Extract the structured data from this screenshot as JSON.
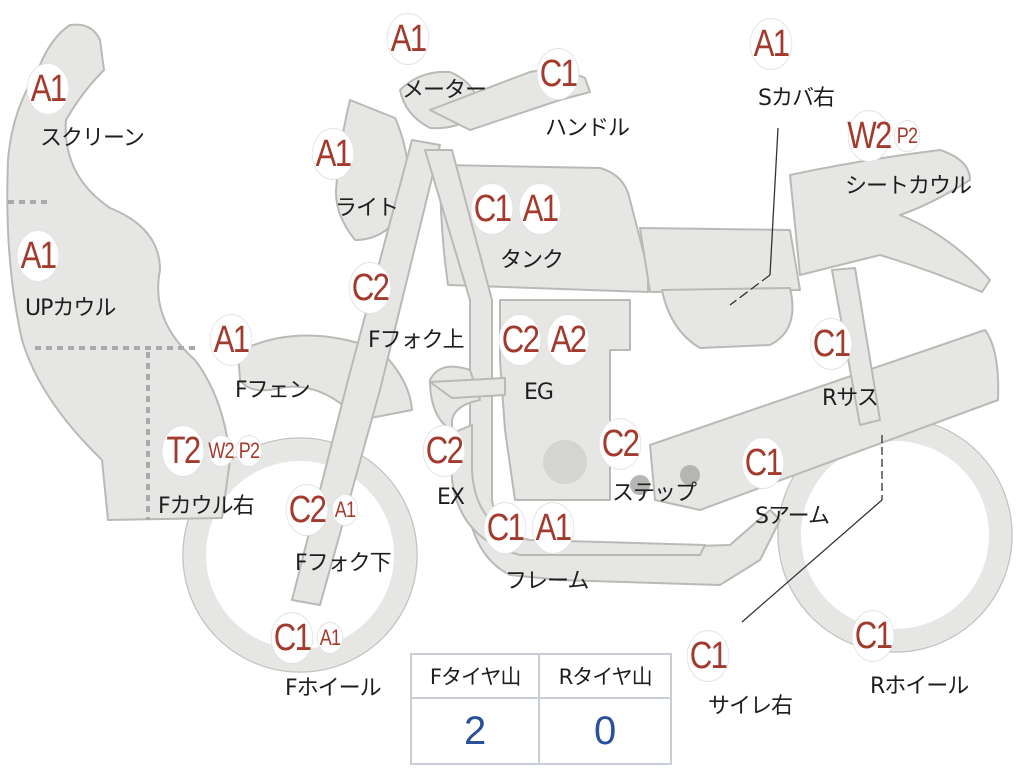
{
  "colors": {
    "badge_text": "#a33a2e",
    "value_text": "#2a4f9c",
    "body_fill": "#e6e6e4",
    "outline": "#b9b9b6"
  },
  "parts": [
    {
      "id": "screen",
      "label": "スクリーン",
      "badges": [
        {
          "code": "A1",
          "small": false
        }
      ]
    },
    {
      "id": "meter",
      "label": "メーター",
      "badges": [
        {
          "code": "A1",
          "small": false
        }
      ]
    },
    {
      "id": "handle",
      "label": "ハンドル",
      "badges": [
        {
          "code": "C1",
          "small": false
        }
      ]
    },
    {
      "id": "scover",
      "label": "Sカバ右",
      "badges": [
        {
          "code": "A1",
          "small": false
        }
      ]
    },
    {
      "id": "light",
      "label": "ライト",
      "badges": [
        {
          "code": "A1",
          "small": false
        }
      ]
    },
    {
      "id": "seatcowl",
      "label": "シートカウル",
      "badges": [
        {
          "code": "W2",
          "small": false
        },
        {
          "code": "P2",
          "small": true
        }
      ]
    },
    {
      "id": "tank",
      "label": "タンク",
      "badges": [
        {
          "code": "C1",
          "small": false
        },
        {
          "code": "A1",
          "small": false
        }
      ]
    },
    {
      "id": "upcowl",
      "label": "UPカウル",
      "badges": [
        {
          "code": "A1",
          "small": false
        }
      ]
    },
    {
      "id": "ffork_up",
      "label": "Fフォク上",
      "badges": [
        {
          "code": "C2",
          "small": false
        }
      ]
    },
    {
      "id": "eg",
      "label": "EG",
      "badges": [
        {
          "code": "C2",
          "small": false
        },
        {
          "code": "A2",
          "small": false
        }
      ]
    },
    {
      "id": "ffender",
      "label": "Fフェン",
      "badges": [
        {
          "code": "A1",
          "small": false
        }
      ]
    },
    {
      "id": "rsus",
      "label": "Rサス",
      "badges": [
        {
          "code": "C1",
          "small": false
        }
      ]
    },
    {
      "id": "fcowl",
      "label": "Fカウル右",
      "badges": [
        {
          "code": "T2",
          "small": false
        },
        {
          "code": "W2",
          "small": true
        },
        {
          "code": "P2",
          "small": true
        }
      ]
    },
    {
      "id": "ex",
      "label": "EX",
      "badges": [
        {
          "code": "C2",
          "small": false
        }
      ]
    },
    {
      "id": "step",
      "label": "ステップ",
      "badges": [
        {
          "code": "C2",
          "small": false
        }
      ]
    },
    {
      "id": "sarm",
      "label": "Sアーム",
      "badges": [
        {
          "code": "C1",
          "small": false
        }
      ]
    },
    {
      "id": "ffork_low",
      "label": "Fフォク下",
      "badges": [
        {
          "code": "C2",
          "small": false
        },
        {
          "code": "A1",
          "small": true
        }
      ]
    },
    {
      "id": "frame",
      "label": "フレーム",
      "badges": [
        {
          "code": "C1",
          "small": false
        },
        {
          "code": "A1",
          "small": false
        }
      ]
    },
    {
      "id": "fwheel",
      "label": "Fホイール",
      "badges": [
        {
          "code": "C1",
          "small": false
        },
        {
          "code": "A1",
          "small": true
        }
      ]
    },
    {
      "id": "sidestand",
      "label": "サイレ右",
      "badges": [
        {
          "code": "C1",
          "small": false
        }
      ]
    },
    {
      "id": "rwheel",
      "label": "Rホイール",
      "badges": [
        {
          "code": "C1",
          "small": false
        }
      ]
    }
  ],
  "tire_table": {
    "headers": [
      "Fタイヤ山",
      "Rタイヤ山"
    ],
    "values": [
      "2",
      "0"
    ]
  }
}
